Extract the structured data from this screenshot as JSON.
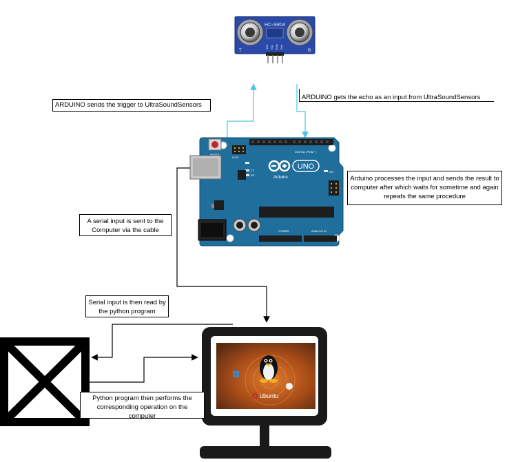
{
  "sensor": {
    "model_label": "HC-SR04",
    "left_mark": "T",
    "right_mark": "R",
    "pin_labels": [
      "VCC",
      "Trig",
      "Echo",
      "Gnd"
    ]
  },
  "arduino": {
    "brand_text": "Arduino",
    "model_text": "UNO",
    "reset_label": "RESET",
    "icsp_label": "ICSP",
    "digital_label": "DIGITAL (PWM~)",
    "power_label": "POWER",
    "analog_label": "ANALOG IN",
    "on_label": "ON",
    "tx_label": "TX",
    "rx_label": "RX"
  },
  "monitor": {
    "os_text": "ubuntu"
  },
  "annotations": {
    "trigger": "ARDUINO sends the trigger to UltraSoundSensors",
    "echo": "ARDUINO gets the echo as an input from UltraSoundSensors",
    "process": "Arduino processes the input and sends the result to computer after which waits for sometime and again repeats the same procedure",
    "serial_sent": "A serial input is sent to the Computer via the cable",
    "serial_read": "Serial input is then read by the python program",
    "python_op": "Python program then performs the corresponding operation on the computer"
  },
  "colors": {
    "board_blue": "#1f6e9c",
    "board_dark": "#185a82",
    "sensor_blue": "#2a49a8",
    "cyan_arrow": "#4ec3e8",
    "screen_orange": "#b85a1c",
    "monitor_black": "#1a1a1a"
  }
}
